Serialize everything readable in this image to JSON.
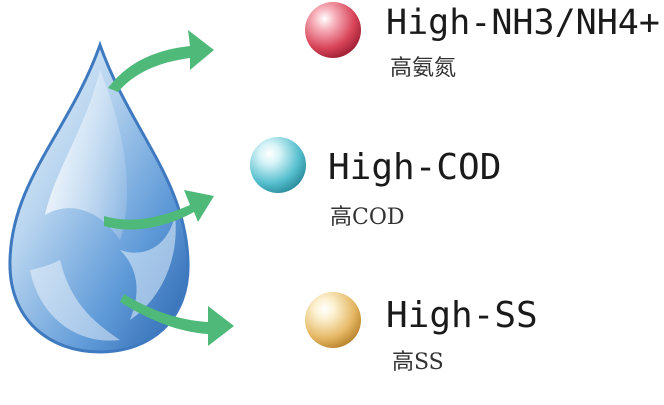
{
  "items": [
    {
      "id": "nh3",
      "title": "High-NH3/NH4+",
      "subtitle": "高氨氮",
      "color_main": "#d9455a",
      "color_light": "#f7b3bd",
      "color_dark": "#9e1f33"
    },
    {
      "id": "cod",
      "title": "High-COD",
      "subtitle": "高COD",
      "color_main": "#57bfcf",
      "color_light": "#d5f3f7",
      "color_dark": "#2a8c9c"
    },
    {
      "id": "ss",
      "title": "High-SS",
      "subtitle": "高SS",
      "color_main": "#e6b865",
      "color_light": "#fbf0cf",
      "color_dark": "#b8842c"
    }
  ],
  "colors": {
    "arrow": "#4fb97a",
    "drop_light": "#e8f3fb",
    "drop_mid": "#7fb3df",
    "drop_dark": "#2e6db4"
  },
  "icons": {
    "drop": "water-drop-icon",
    "arrow": "arrow-right-curved-icon"
  }
}
